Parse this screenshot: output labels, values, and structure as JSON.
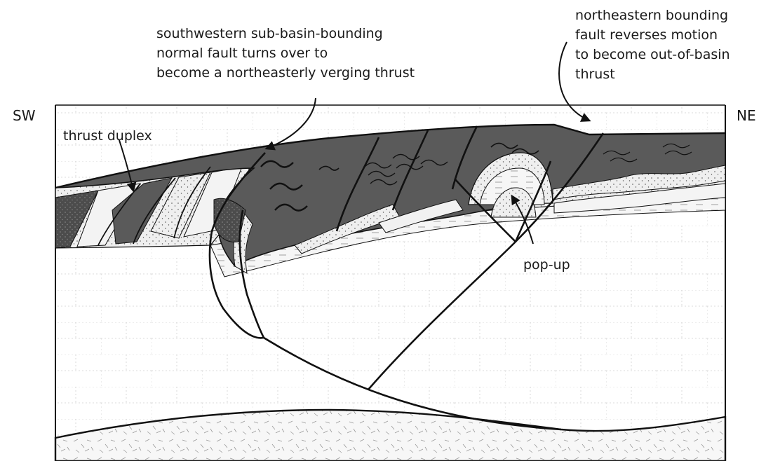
{
  "labels": {
    "orientation_left": "SW",
    "orientation_right": "NE",
    "sw_fault_note": [
      "southwestern sub-basin-bounding",
      "normal fault turns over to",
      "become a northeasterly verging thrust"
    ],
    "ne_fault_note": [
      "northeastern bounding",
      "fault reverses motion",
      "to become out-of-basin",
      "thrust"
    ],
    "thrust_duplex": "thrust duplex",
    "pop_up": "pop-up"
  },
  "colors": {
    "basin_fill": "#5a5a5a",
    "sand_fill": "#ececec",
    "shale_fill": "#f4f4f4",
    "basement_fill": "#ffffff",
    "line": "#111111",
    "grid": "#c8c8c8"
  }
}
